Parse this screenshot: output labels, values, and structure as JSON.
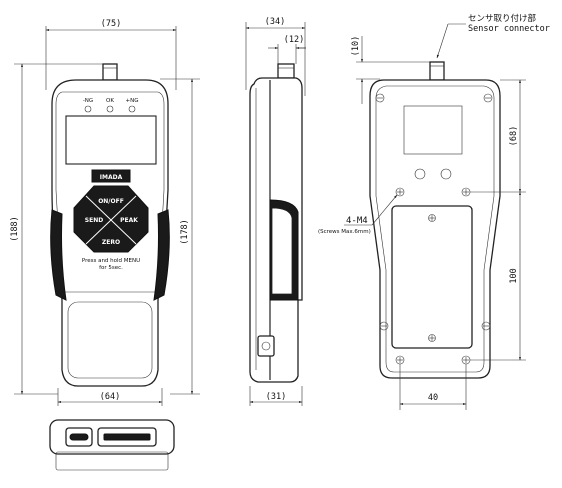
{
  "front_view": {
    "width_dim": "(75)",
    "height_dim": "(188)",
    "body_height_dim": "(178)",
    "bottom_width_dim": "(64)",
    "leds": [
      "-NG",
      "OK",
      "+NG"
    ],
    "brand": "IMADA",
    "keys": {
      "on_off": "ON/OFF",
      "send": "SEND",
      "peak": "PEAK",
      "zero": "ZERO"
    },
    "menu_hint_line1": "Press and hold MENU",
    "menu_hint_line2": "for 5sec."
  },
  "side_view": {
    "depth_dim": "(34)",
    "connector_dim": "(12)",
    "bottom_depth_dim": "(31)"
  },
  "rear_view": {
    "connector_label_jp": "センサ取り付け部",
    "connector_label_en": "Sensor connector",
    "connector_height_dim": "(10)",
    "top_to_holes_dim": "(68)",
    "hole_spacing_vertical": "100",
    "hole_spacing_horizontal": "40",
    "mount_label": "4-M4",
    "mount_note": "(Screws Max.6mm)"
  }
}
